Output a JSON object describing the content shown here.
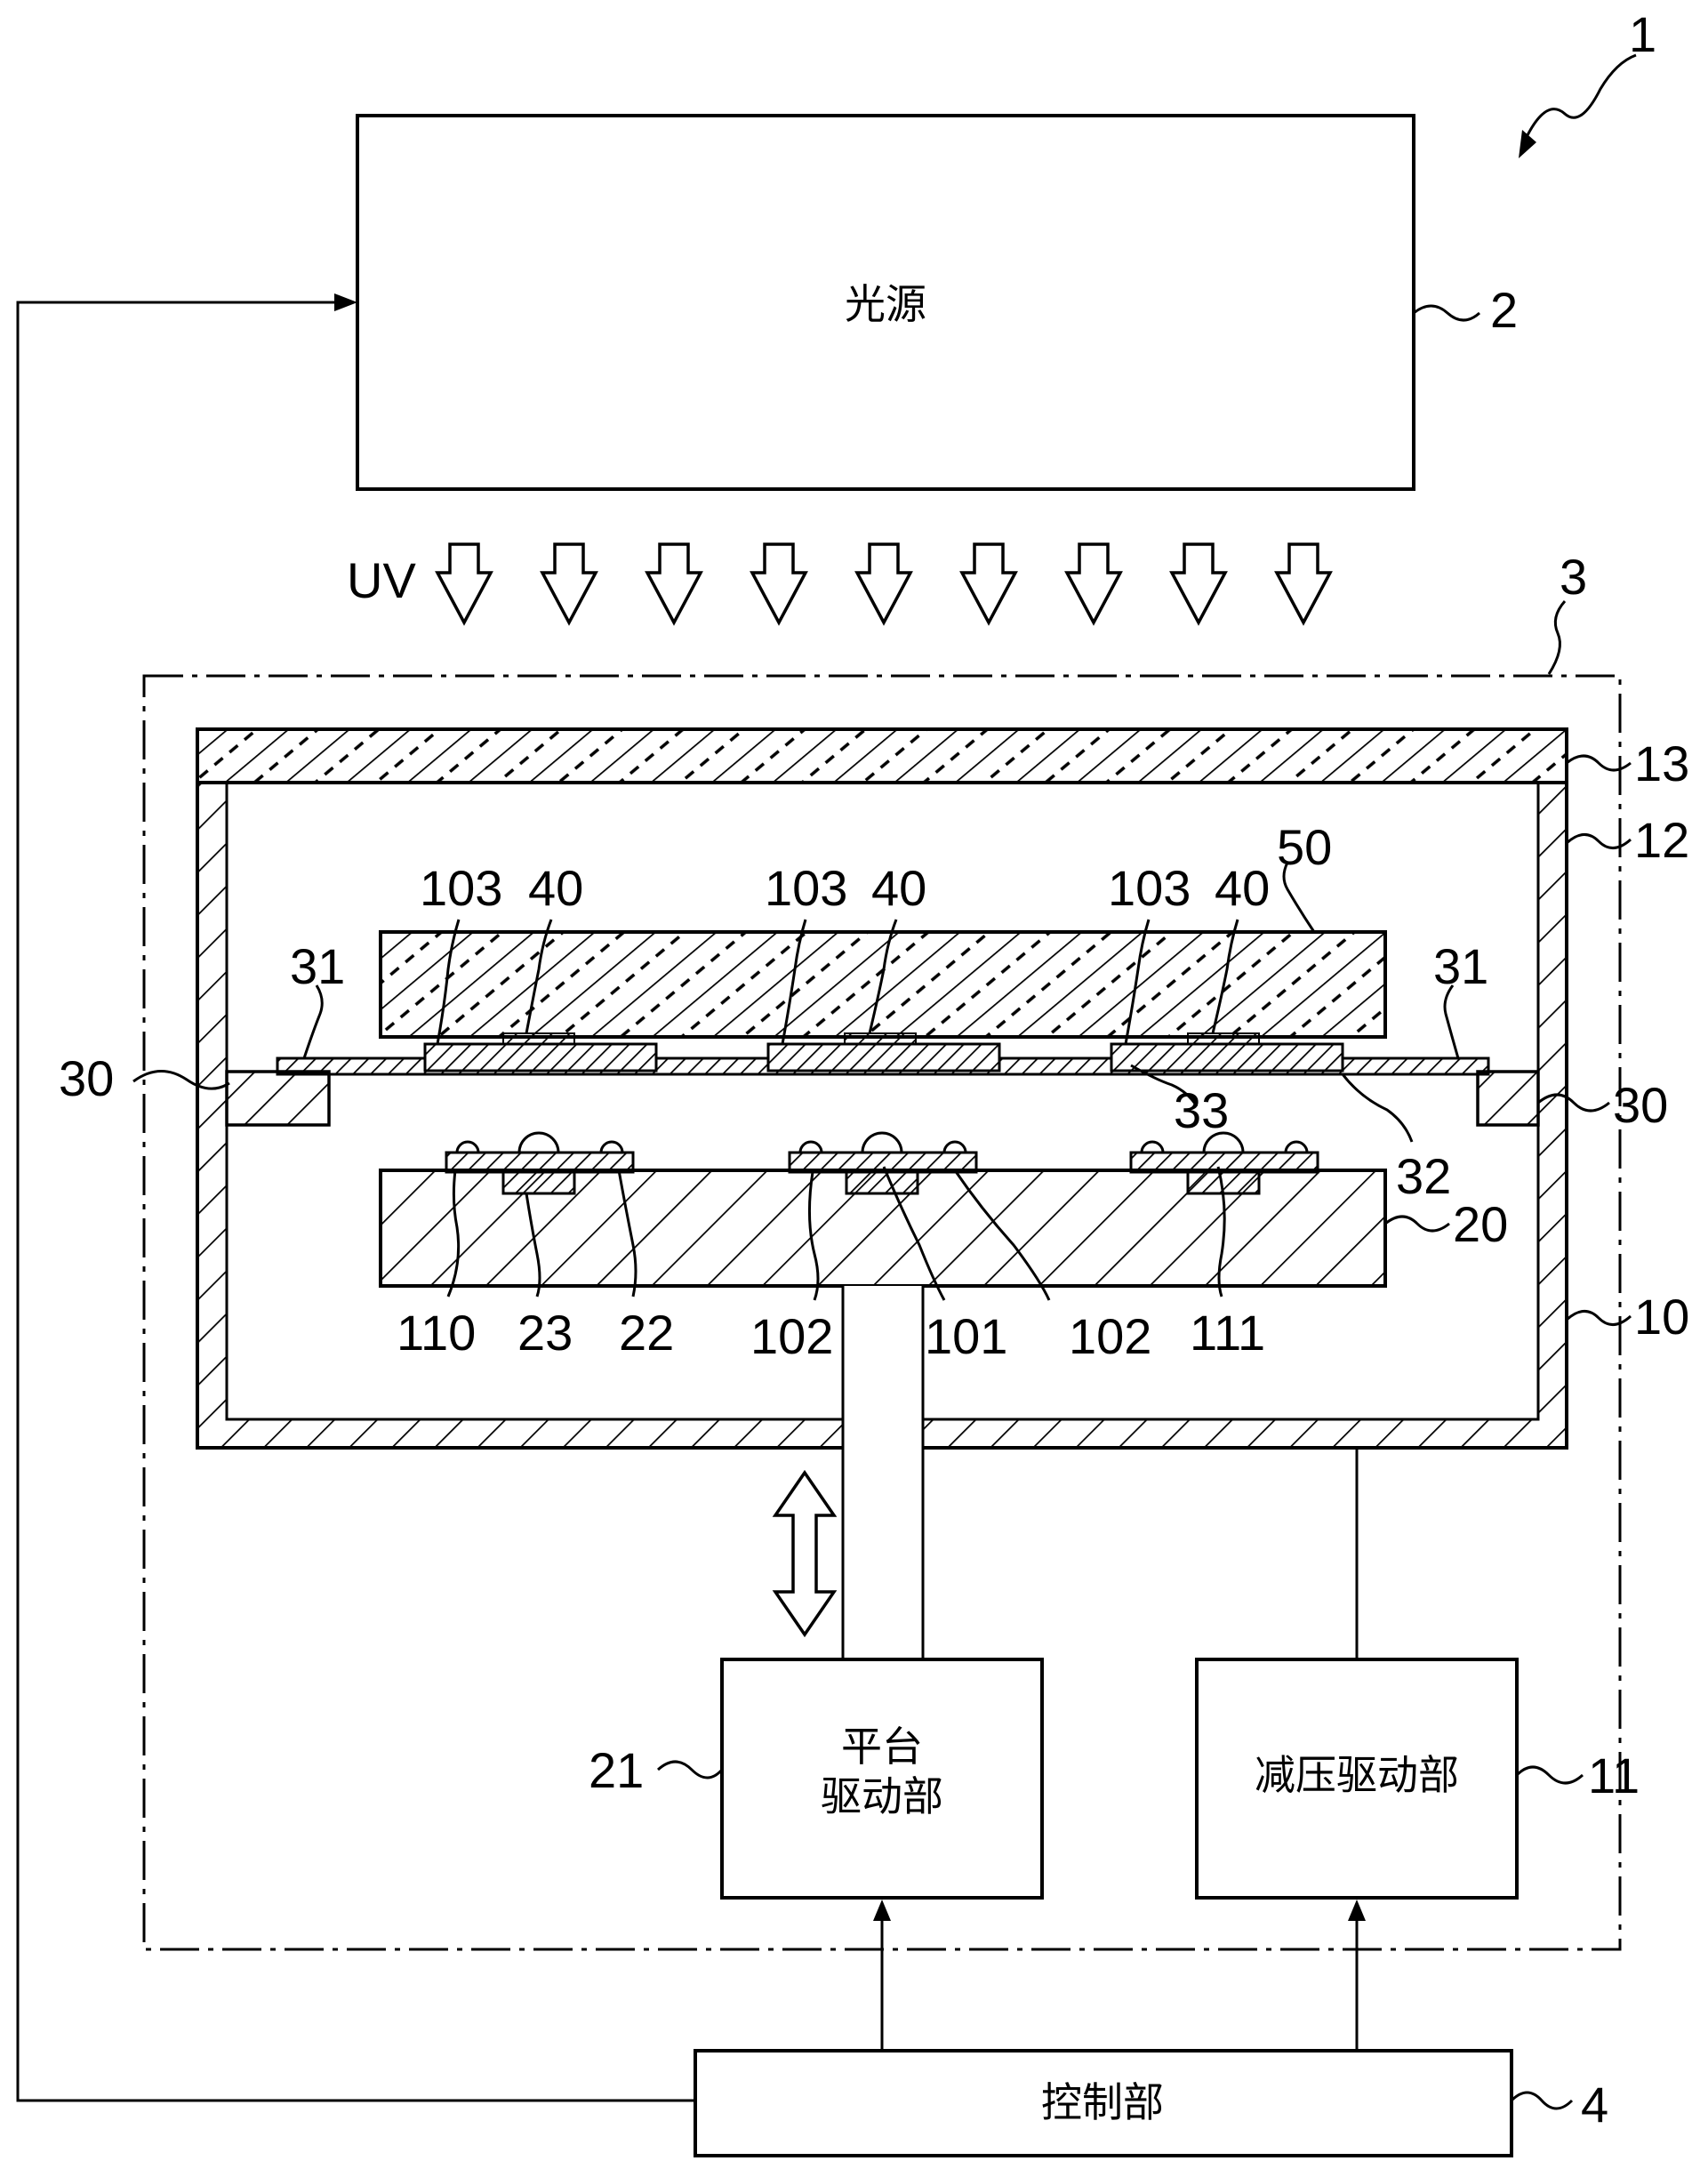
{
  "figure": {
    "system_ref": "1",
    "light_source": {
      "label": "光源",
      "ref": "2"
    },
    "uv_label": "UV",
    "apparatus_ref": "3",
    "controller": {
      "label": "控制部",
      "ref": "4"
    },
    "stage_drive": {
      "label_line1": "平台",
      "label_line2": "驱动部",
      "ref": "21"
    },
    "decompression_drive": {
      "label": "减压驱动部",
      "ref": "11"
    },
    "refs": {
      "chamber": "10",
      "window": "13",
      "wall": "12",
      "stage": "20",
      "plate": "50",
      "holder_left": "30",
      "holder_right": "30",
      "frame_left": "31",
      "frame_right": "31",
      "sheet": "32",
      "tape": "33",
      "mask_a": "40",
      "mask_b": "40",
      "mask_c": "40",
      "lens_a": "103",
      "lens_b": "103",
      "lens_c": "103",
      "wafer_left": "110",
      "recess": "23",
      "groove": "22",
      "pad_left": "102",
      "chip": "101",
      "pad_right": "102",
      "wafer_right": "111"
    }
  }
}
